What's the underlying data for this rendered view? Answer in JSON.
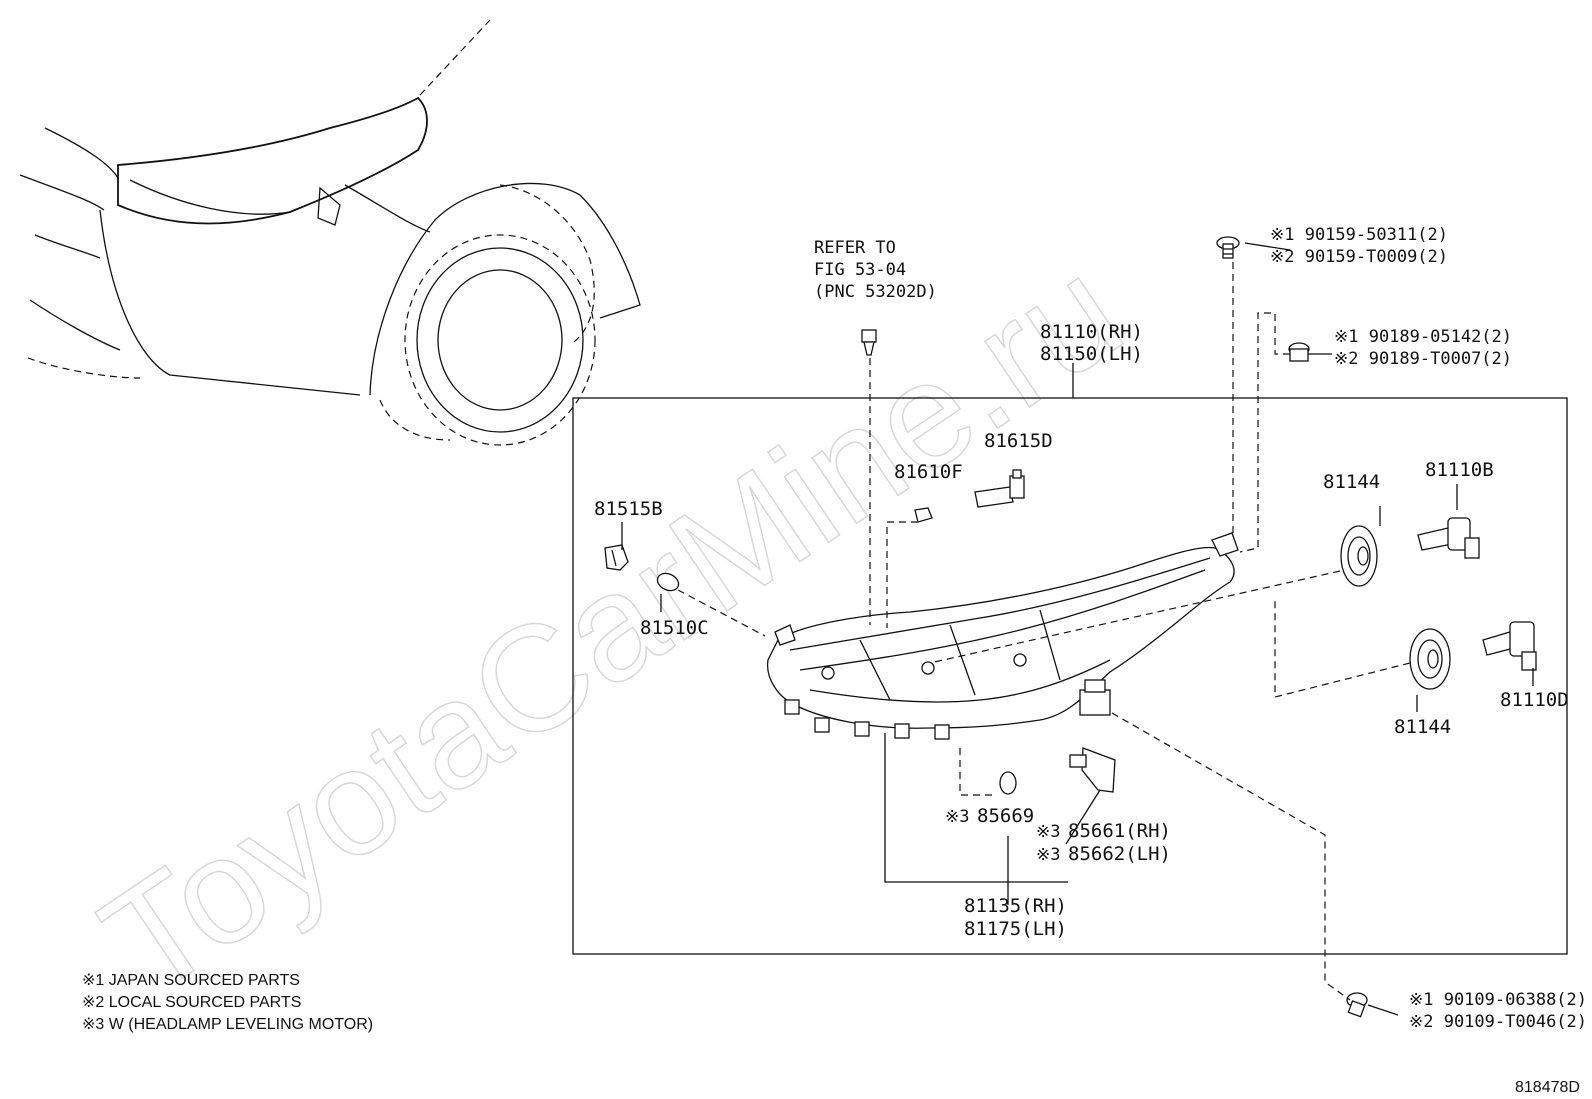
{
  "watermark": "ToyotaCarMine.ru",
  "figure_code": "818478D",
  "notes": [
    "※1 JAPAN SOURCED PARTS",
    "※2 LOCAL SOURCED PARTS",
    "※3 W (HEADLAMP LEVELING MOTOR)"
  ],
  "refer": {
    "line1": "REFER TO",
    "line2": "FIG 53-04",
    "line3": "(PNC 53202D)"
  },
  "labels": {
    "assy_rh": "81110(RH)",
    "assy_lh": "81150(LH)",
    "screw_top_1": "※1 90159-50311(2)",
    "screw_top_2": "※2 90159-T0009(2)",
    "clip_1": "※1 90189-05142(2)",
    "clip_2": "※2 90189-T0007(2)",
    "p81615d": "81615D",
    "p81610f": "81610F",
    "p81515b": "81515B",
    "p81510c": "81510C",
    "p81144_top": "81144",
    "p81110b": "81110B",
    "p81110d": "81110D",
    "p81144_bot": "81144",
    "p85669_mark": "※3",
    "p85669": "85669",
    "p85661_mark": "※3",
    "p85661": "85661(RH)",
    "p85662_mark": "※3",
    "p85662": "85662(LH)",
    "housing_rh": "81135(RH)",
    "housing_lh": "81175(LH)",
    "bolt_1": "※1 90109-06388(2)",
    "bolt_2": "※2 90109-T0046(2)"
  }
}
